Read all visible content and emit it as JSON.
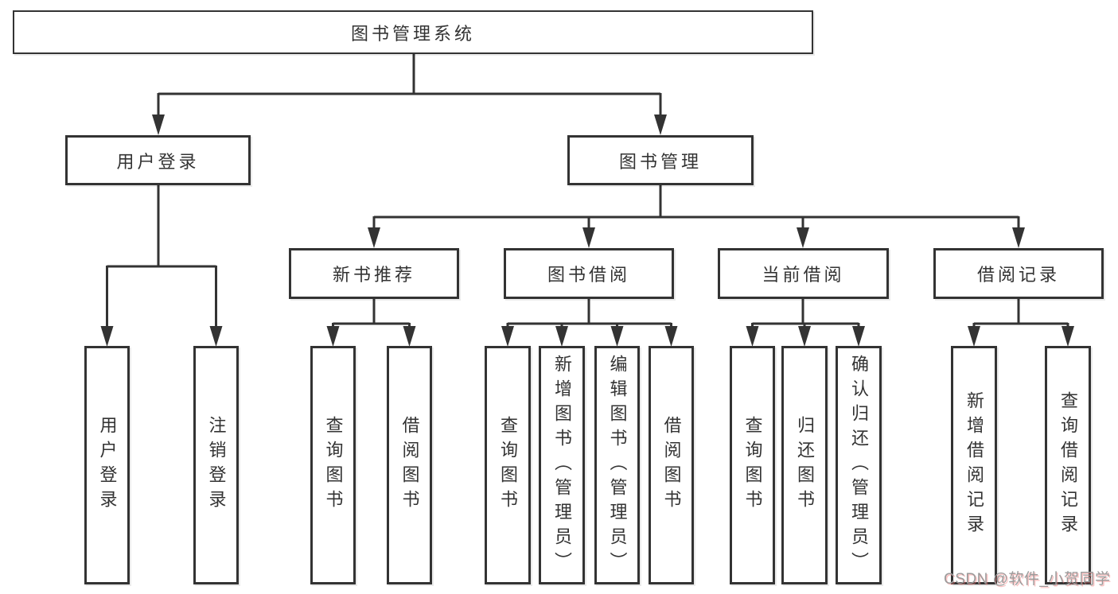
{
  "diagram": {
    "root": {
      "label": "图书管理系统"
    },
    "user_login": {
      "label": "用户登录",
      "children": [
        {
          "label": "用户登录"
        },
        {
          "label": "注销登录"
        }
      ]
    },
    "book_mgmt": {
      "label": "图书管理",
      "sections": [
        {
          "label": "新书推荐",
          "children": [
            {
              "label": "查询图书"
            },
            {
              "label": "借阅图书"
            }
          ]
        },
        {
          "label": "图书借阅",
          "children": [
            {
              "label": "查询图书"
            },
            {
              "label": "新增图书（管理员）"
            },
            {
              "label": "编辑图书（管理员）"
            },
            {
              "label": "借阅图书"
            }
          ]
        },
        {
          "label": "当前借阅",
          "children": [
            {
              "label": "查询图书"
            },
            {
              "label": "归还图书"
            },
            {
              "label": "确认归还（管理员）"
            }
          ]
        },
        {
          "label": "借阅记录",
          "children": [
            {
              "label": "新增借阅记录"
            },
            {
              "label": "查询借阅记录"
            }
          ]
        }
      ]
    }
  },
  "watermark": "CSDN @软件_小贺同学",
  "colors": {
    "line": "#333333",
    "box_border": "#333333",
    "text": "#333333",
    "watermark": "#9b9b9b",
    "background": "#ffffff"
  }
}
